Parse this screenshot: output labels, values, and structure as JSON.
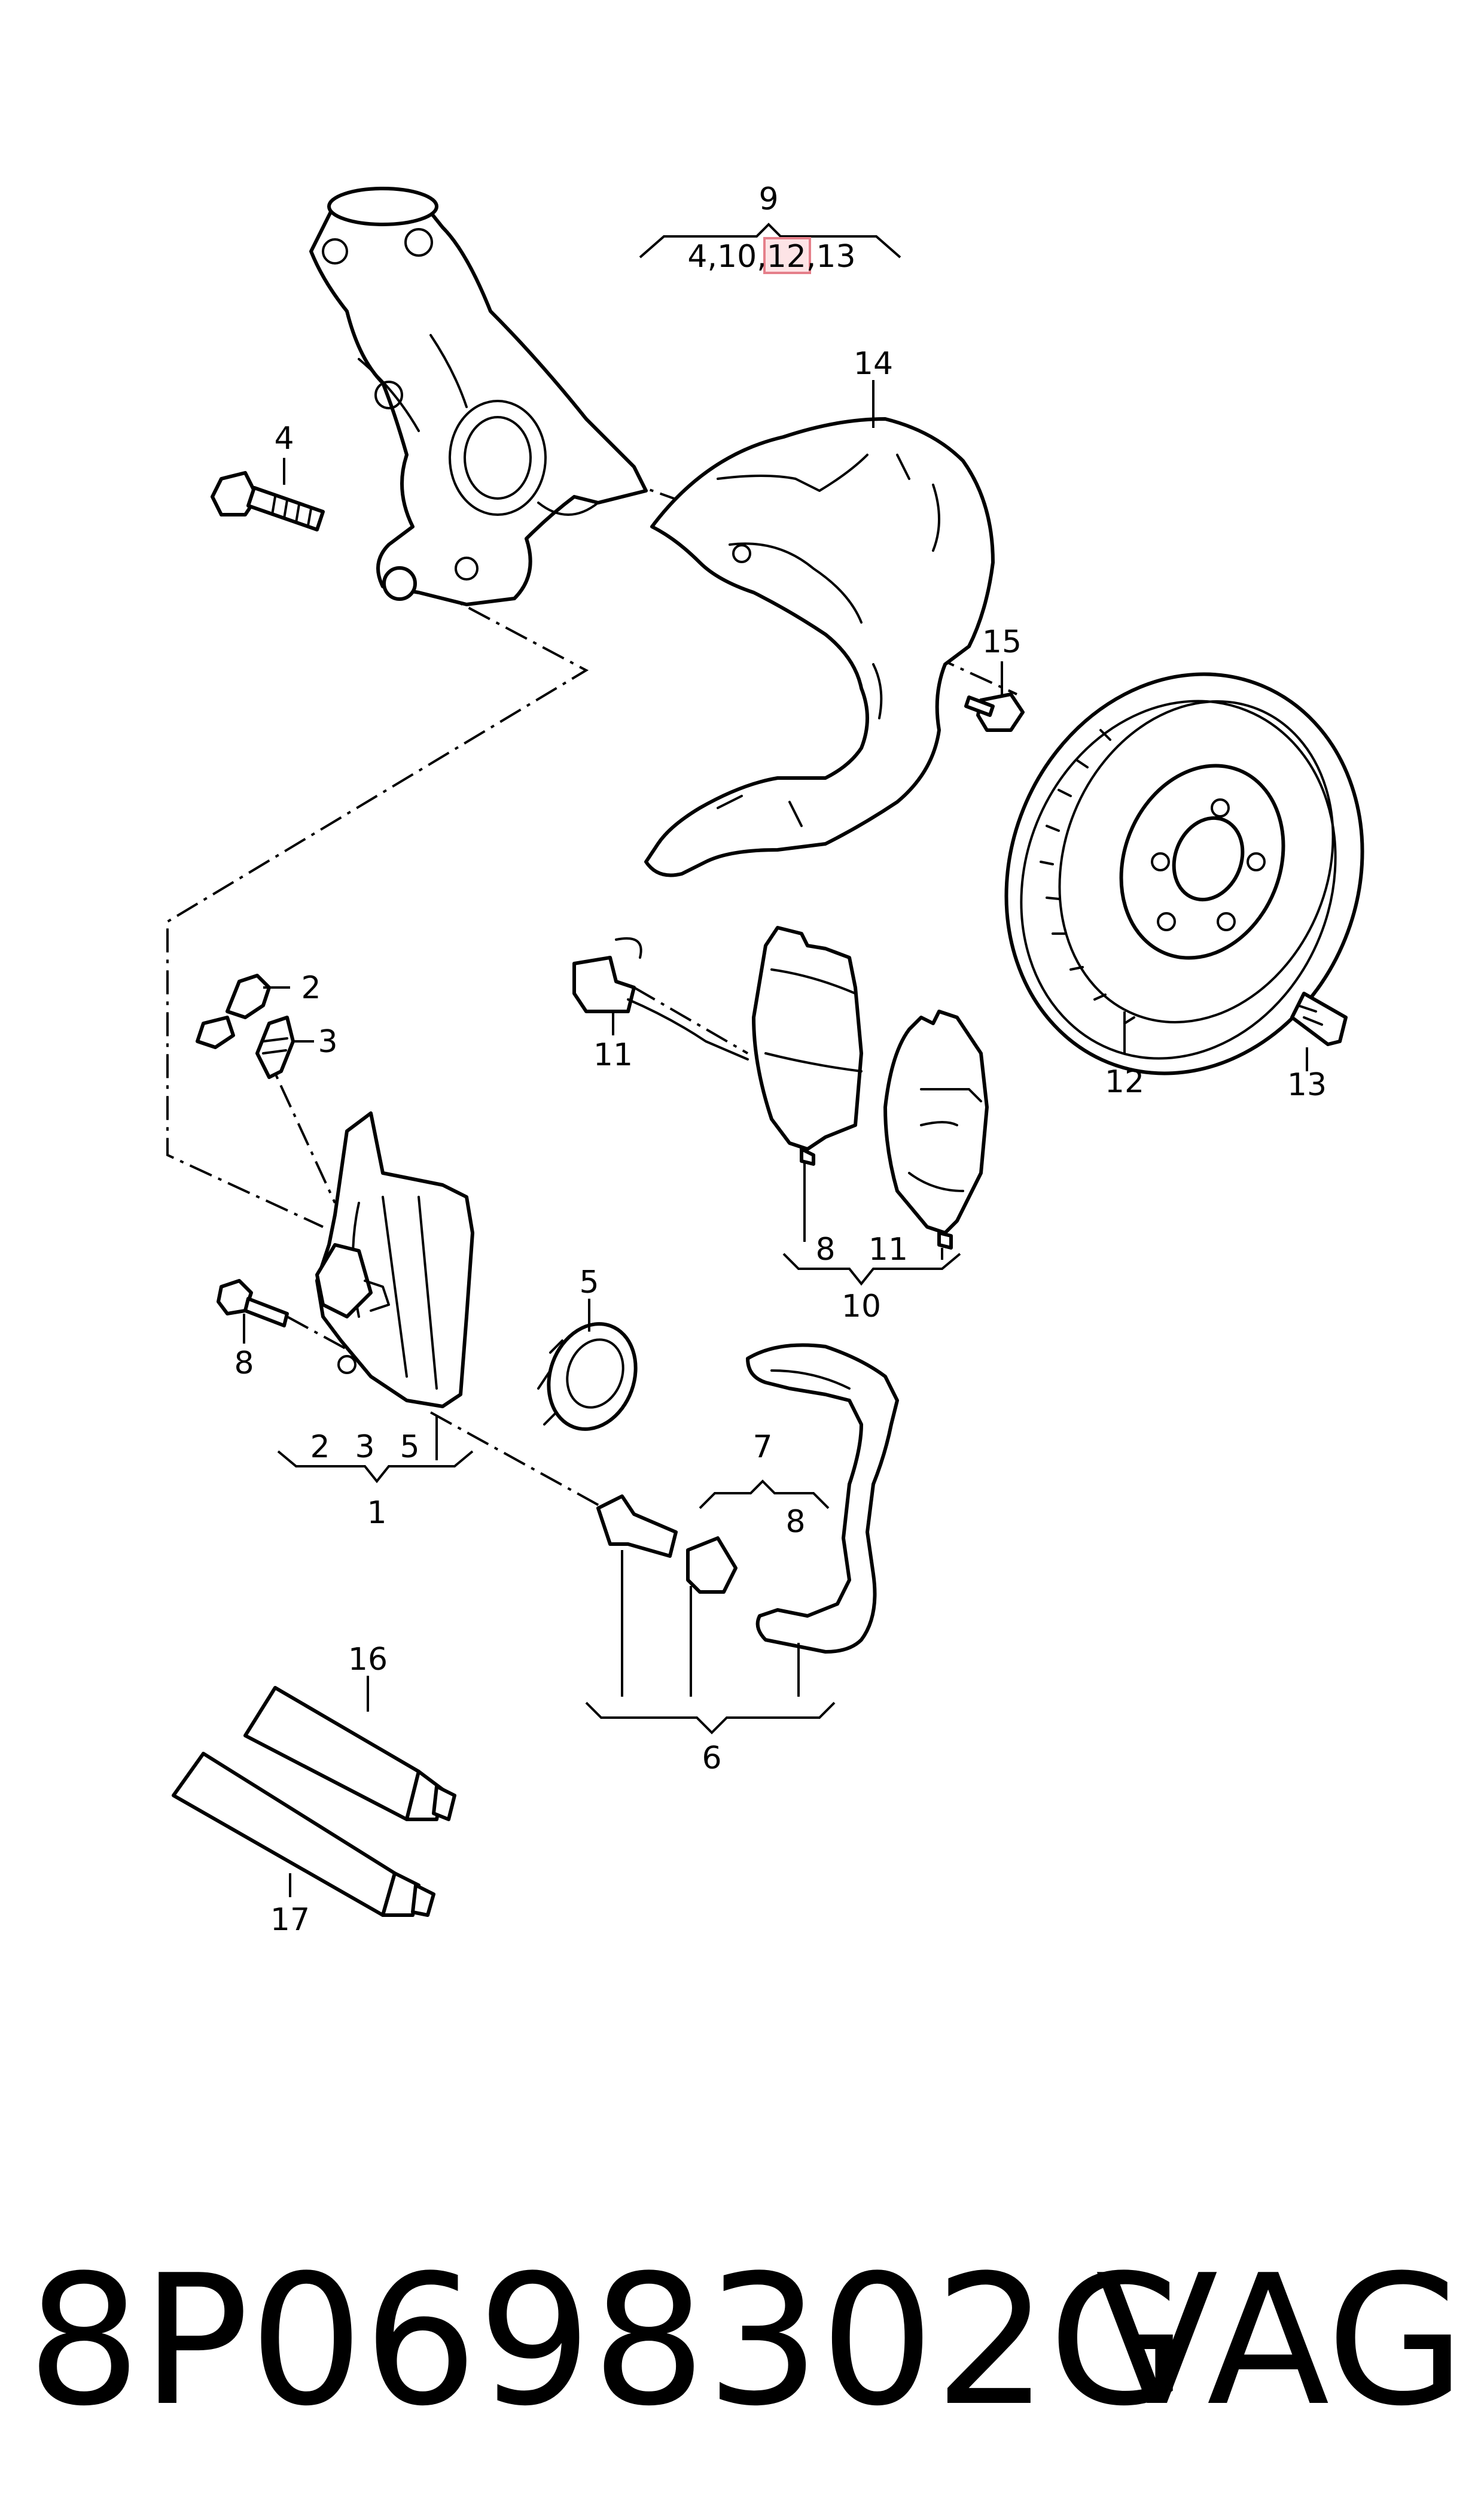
{
  "callouts": {
    "c1": "1",
    "c2": "2",
    "c2b": "2",
    "c3": "3",
    "c3b": "3",
    "c4": "4",
    "c5": "5",
    "c5b": "5",
    "c6": "6",
    "c7": "7",
    "c8a": "8",
    "c8b": "8",
    "c8c": "8",
    "c9": "9",
    "c10": "10",
    "c11a": "11",
    "c11b": "11",
    "c12": "12",
    "c13": "13",
    "c14": "14",
    "c15": "15",
    "c16": "16",
    "c17": "17"
  },
  "group9": {
    "part_a": "4,10,",
    "part_highlight": "12",
    "part_b": ",13"
  },
  "footer": {
    "part_number": "8P0698302G",
    "brand": "VAG"
  },
  "colors": {
    "highlight_fill": "#fde4e6",
    "highlight_stroke": "#e57f8a",
    "ink": "#000000"
  }
}
